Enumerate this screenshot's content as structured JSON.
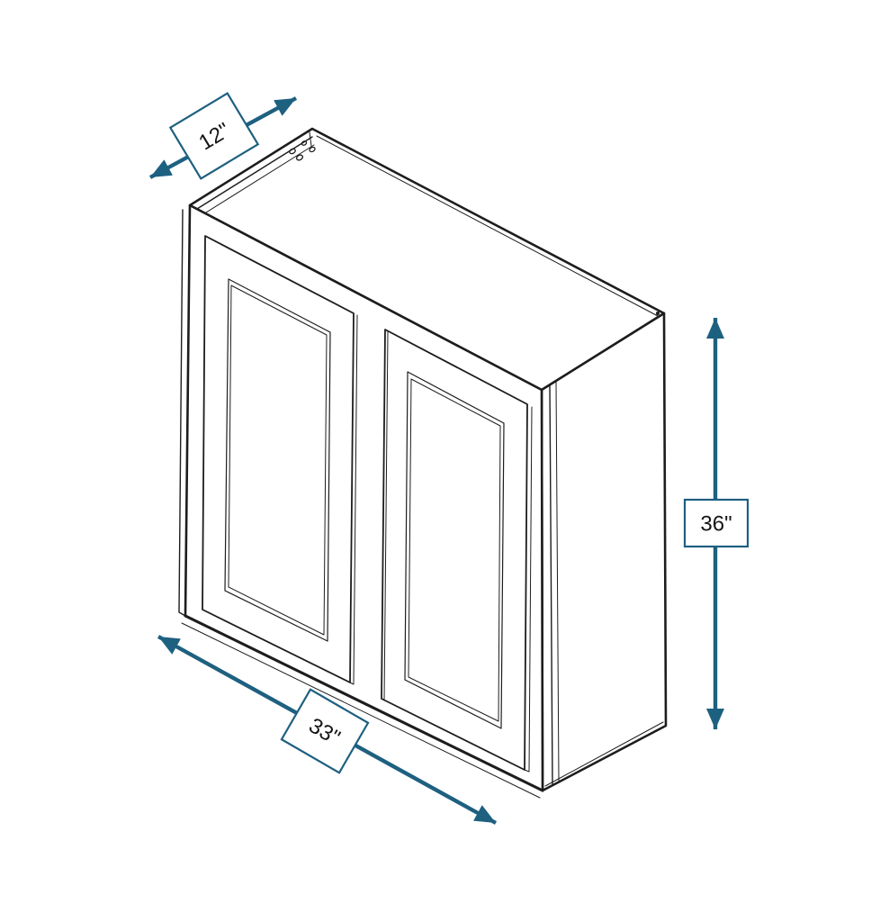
{
  "diagram": {
    "dimension_labels": {
      "depth": "12\"",
      "width": "33\"",
      "height": "36\""
    },
    "colors": {
      "accent": "#1e6080",
      "line": "#1d1d1d",
      "background": "#ffffff"
    }
  }
}
